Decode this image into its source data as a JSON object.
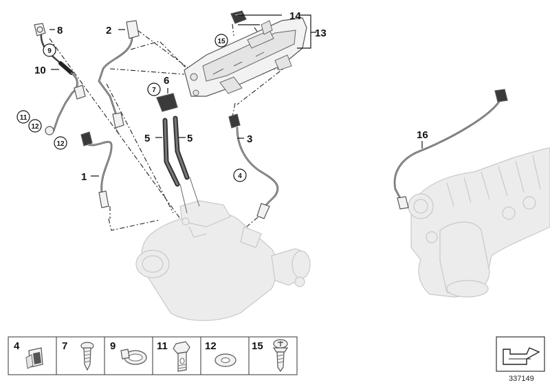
{
  "callouts": [
    {
      "id": "c1",
      "text": "1"
    },
    {
      "id": "c2",
      "text": "2"
    },
    {
      "id": "c3",
      "text": "3"
    },
    {
      "id": "c5a",
      "text": "5"
    },
    {
      "id": "c5b",
      "text": "5"
    },
    {
      "id": "c6",
      "text": "6"
    },
    {
      "id": "c8",
      "text": "8"
    },
    {
      "id": "c10",
      "text": "10"
    },
    {
      "id": "c13",
      "text": "13"
    },
    {
      "id": "c14",
      "text": "14"
    },
    {
      "id": "c16",
      "text": "16"
    }
  ],
  "circled_callouts": [
    {
      "id": "cc4",
      "text": "4"
    },
    {
      "id": "cc7",
      "text": "7"
    },
    {
      "id": "cc9",
      "text": "9"
    },
    {
      "id": "cc11",
      "text": "11"
    },
    {
      "id": "cc12a",
      "text": "12"
    },
    {
      "id": "cc12b",
      "text": "12"
    },
    {
      "id": "cc15",
      "text": "15"
    }
  ],
  "legend": [
    {
      "number": "4",
      "icon": "clip-nut-icon"
    },
    {
      "number": "7",
      "icon": "screw-icon"
    },
    {
      "number": "9",
      "icon": "hose-clamp-icon"
    },
    {
      "number": "11",
      "icon": "banjo-bolt-icon"
    },
    {
      "number": "12",
      "icon": "washer-icon"
    },
    {
      "number": "15",
      "icon": "torx-screw-icon"
    }
  ],
  "diagram_number": "337149",
  "nav_icon": "arrow-corner-icon"
}
